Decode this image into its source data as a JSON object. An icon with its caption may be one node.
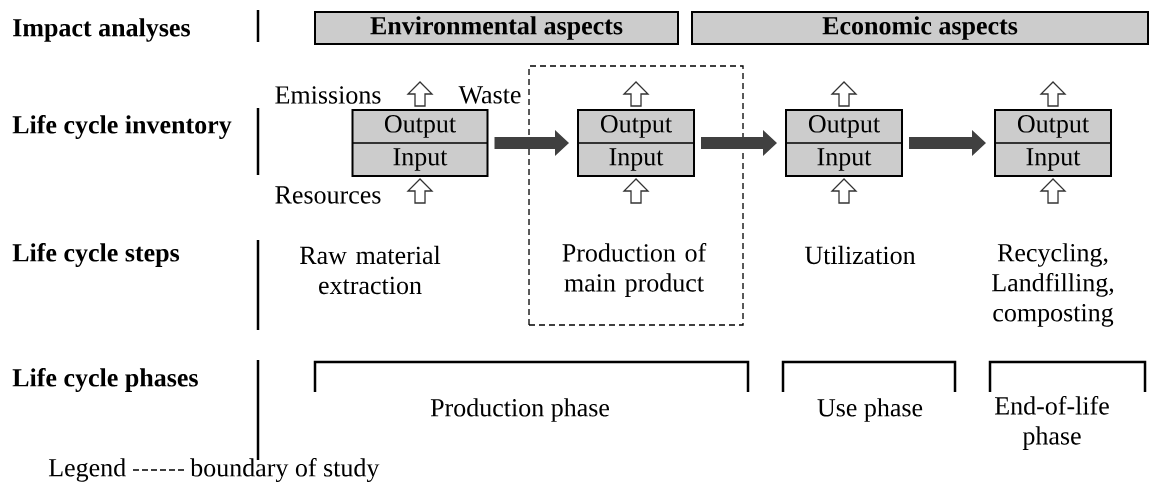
{
  "diagram": {
    "nodes": [
      {
        "text": [
          "Environmental aspects"
        ]
      },
      {
        "text": [
          "Economic aspects"
        ]
      },
      {
        "text": [
          "Output",
          "Input"
        ]
      },
      {
        "text": [],
        "shape": "box"
      },
      {
        "text": [
          "Output",
          "Input"
        ],
        "in": 3
      },
      {
        "text": [
          "Output",
          "Input"
        ]
      },
      {
        "text": [
          "Output",
          "Input"
        ]
      }
    ],
    "edges": [
      {
        "from": 2,
        "to": 4,
        "arrow": "to",
        "style": "thick",
        "color": "#404040"
      },
      {
        "from": 4,
        "to": 5,
        "arrow": "to",
        "style": "thick",
        "color": "#404040"
      },
      {
        "from": 5,
        "to": 6,
        "arrow": "to",
        "style": "thick",
        "color": "#404040"
      },
      {
        "from": 2,
        "to": null,
        "arrow": "to"
      },
      {
        "from": null,
        "to": 2,
        "arrow": "to"
      },
      {
        "from": 4,
        "to": null,
        "arrow": "to"
      },
      {
        "from": null,
        "to": 4,
        "arrow": "to"
      },
      {
        "from": 5,
        "to": null,
        "arrow": "to"
      },
      {
        "from": null,
        "to": 5,
        "arrow": "to"
      },
      {
        "from": 6,
        "to": null,
        "arrow": "to"
      },
      {
        "from": null,
        "to": 6,
        "arrow": "to"
      }
    ],
    "labels": [
      "Impact analyses",
      "Emissions",
      "Waste",
      "Life cycle inventory",
      "Resources",
      "Life cycle steps",
      "Raw material extraction",
      "Production of main product",
      "Utilization",
      "Recycling, Landfilling, composting",
      "Life cycle phases",
      "Production phase",
      "Use phase",
      "End-of-life phase",
      "Legend"
    ],
    "legend": [
      {
        "text": "boundary of study"
      }
    ]
  }
}
